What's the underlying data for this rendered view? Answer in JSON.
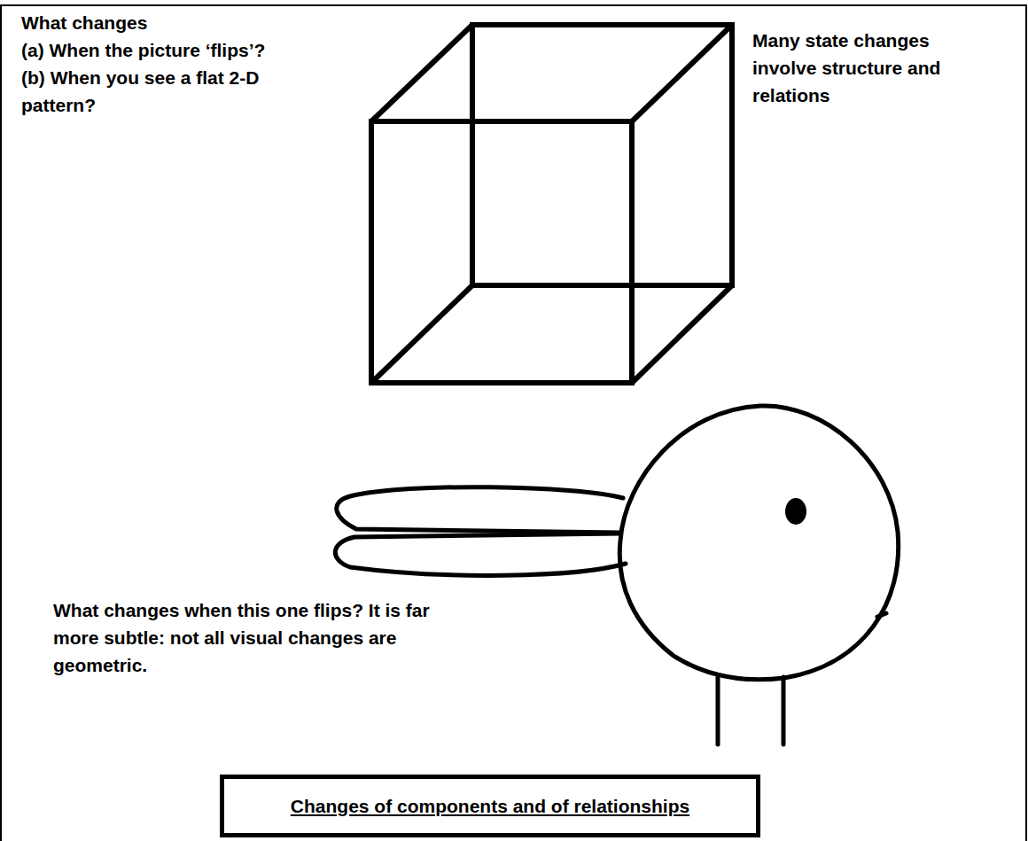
{
  "diagram": {
    "nodes": [
      {
        "text": [
          "Changes of components and of relationships"
        ]
      }
    ],
    "labels": [
      "What changes",
      "(a) When the picture ‘flips’?",
      "(b) When you see  a flat 2-D pattern?",
      "Many state changes involve structure and relations",
      "What changes when this one flips? It is far more subtle: not all visual changes are geometric."
    ]
  }
}
